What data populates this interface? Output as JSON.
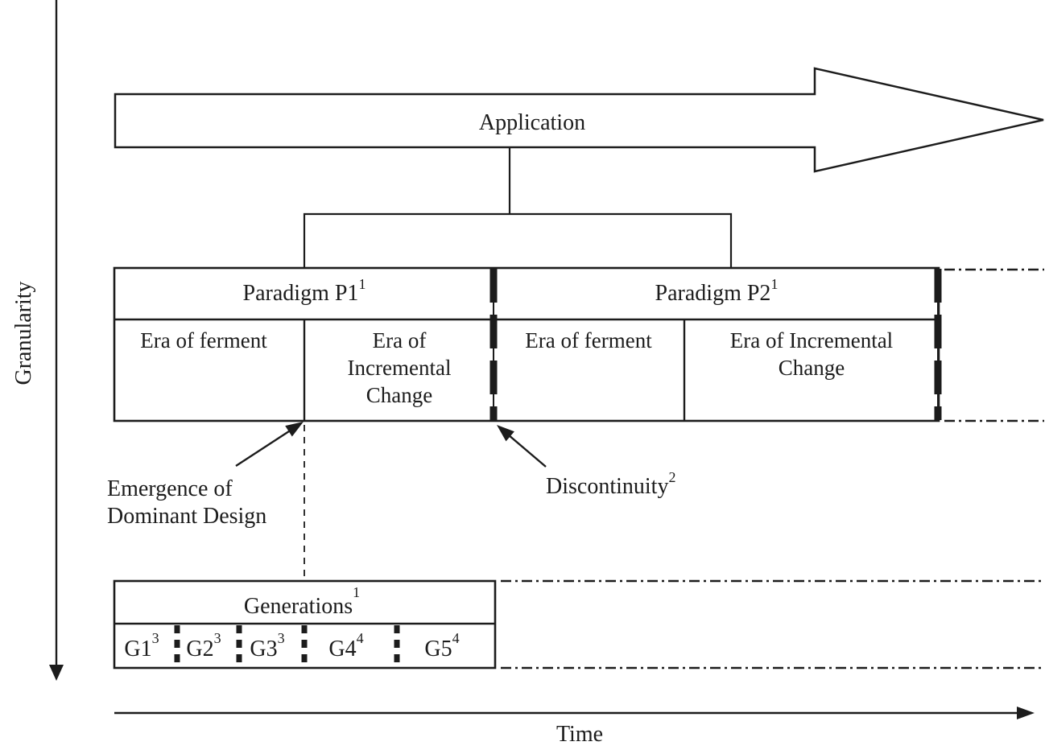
{
  "diagram": {
    "title_semantic": "Technology evolution: paradigms, eras and generations",
    "axes": {
      "granularity_label": "Granularity",
      "time_label": "Time"
    },
    "application": {
      "label": "Application"
    },
    "paradigm1": {
      "label": "Paradigm P1",
      "sup": "1",
      "era_ferment": "Era of ferment",
      "era_incremental_lines": [
        "Era of",
        "Incremental",
        "Change"
      ]
    },
    "paradigm2": {
      "label": "Paradigm P2",
      "sup": "1",
      "era_ferment": "Era of ferment",
      "era_incremental_lines": [
        "Era of Incremental",
        "Change"
      ]
    },
    "annotations": {
      "emergence_line1": "Emergence of",
      "emergence_line2": "Dominant Design",
      "discontinuity_label": "Discontinuity",
      "discontinuity_sup": "2"
    },
    "generations": {
      "label": "Generations",
      "sup": "1",
      "items": [
        {
          "label": "G1",
          "sup": "3"
        },
        {
          "label": "G2",
          "sup": "3"
        },
        {
          "label": "G3",
          "sup": "3"
        },
        {
          "label": "G4",
          "sup": "4"
        },
        {
          "label": "G5",
          "sup": "4"
        }
      ]
    },
    "colors": {
      "line": "#1c1c1c",
      "background": "#ffffff"
    }
  }
}
